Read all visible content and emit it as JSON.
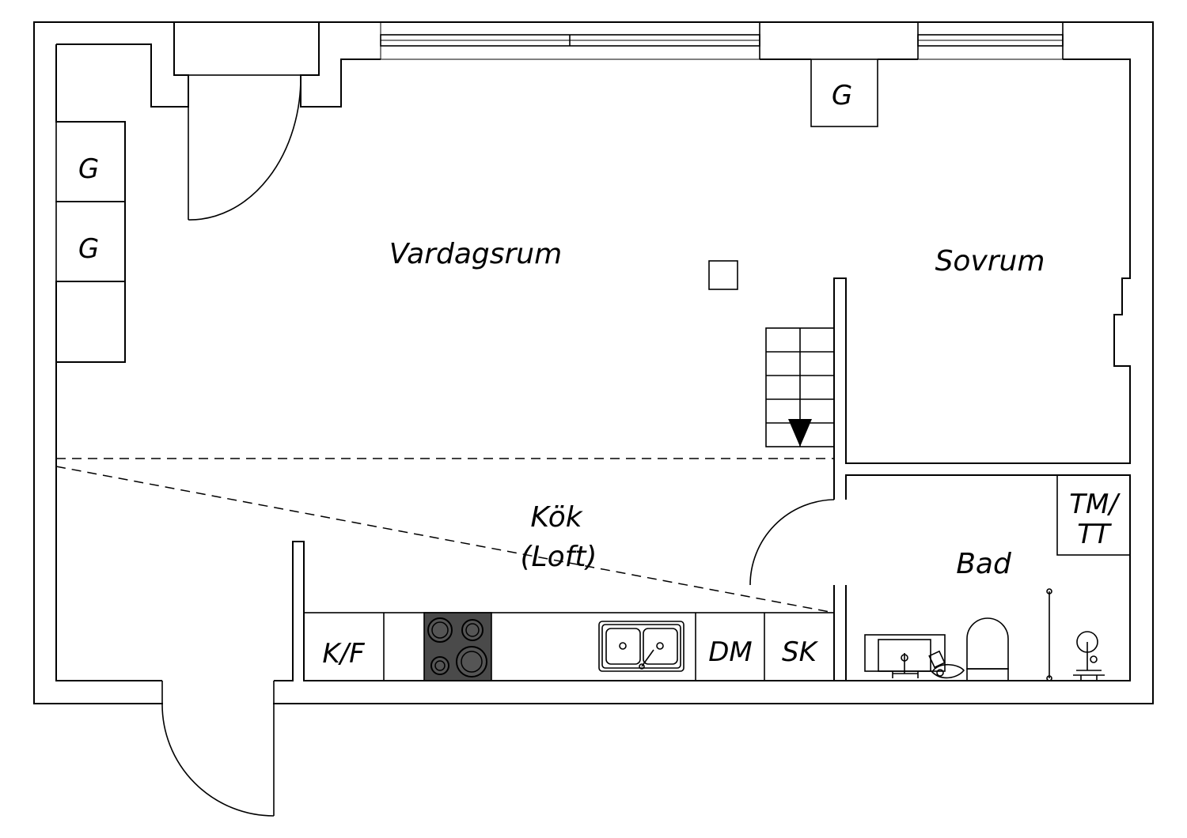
{
  "rooms": {
    "living": "Vardagsrum",
    "bedroom": "Sovrum",
    "kitchen": "Kök",
    "kitchen_note": "(Loft)",
    "bath": "Bad"
  },
  "fixtures": {
    "wardrobe": "G",
    "fridge_freezer": "K/F",
    "dishwasher": "DM",
    "cabinet": "SK",
    "washer_line1": "TM/",
    "washer_line2": "TT"
  },
  "icons": {
    "stove": "stove-icon",
    "sink": "sink-icon",
    "toilet": "toilet-icon",
    "washbasin": "washbasin-icon",
    "shower": "shower-icon",
    "stair_arrow": "arrow-down-icon"
  },
  "colors": {
    "line": "#000000",
    "background": "#ffffff",
    "stove": "#4a4a4a"
  }
}
